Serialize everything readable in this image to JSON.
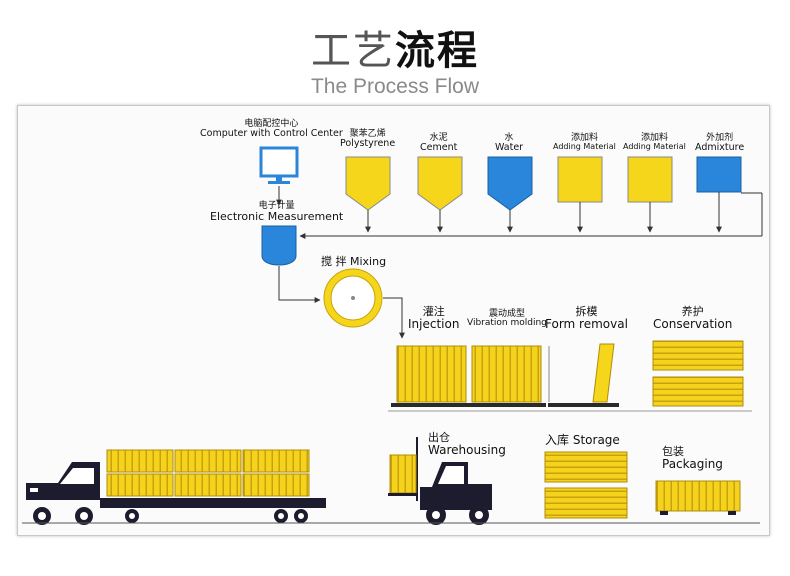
{
  "header": {
    "title_light": "工艺",
    "title_bold": "流程",
    "subtitle": "The Process Flow"
  },
  "colors": {
    "yellow": "#f6d61a",
    "blue": "#2a86db",
    "dark": "#1c1c2e",
    "line": "#444444"
  },
  "steps": {
    "computer": {
      "cn": "电脑配控中心",
      "en": "Computer with Control Center"
    },
    "polystyrene": {
      "cn": "聚苯乙烯",
      "en": "Polystyrene"
    },
    "cement": {
      "cn": "水泥",
      "en": "Cement"
    },
    "water": {
      "cn": "水",
      "en": "Water"
    },
    "adding1": {
      "cn": "添加料",
      "en": "Adding Material"
    },
    "adding2": {
      "cn": "添加料",
      "en": "Adding Material"
    },
    "admixture": {
      "cn": "外加剂",
      "en": "Admixture"
    },
    "measurement": {
      "cn": "电子计量",
      "en": "Electronic Measurement"
    },
    "mixing": {
      "cn": "搅 拌",
      "en": "Mixing"
    },
    "injection": {
      "cn": "灌注",
      "en": "Injection"
    },
    "vibration": {
      "cn": "震动成型",
      "en": "Vibration molding"
    },
    "form_removal": {
      "cn": "拆模",
      "en": "Form removal"
    },
    "conservation": {
      "cn": "养护",
      "en": "Conservation"
    },
    "warehousing": {
      "cn": "出仓",
      "en": "Warehousing"
    },
    "storage": {
      "cn": "入库",
      "en": "Storage"
    },
    "packaging": {
      "cn": "包装",
      "en": "Packaging"
    }
  }
}
